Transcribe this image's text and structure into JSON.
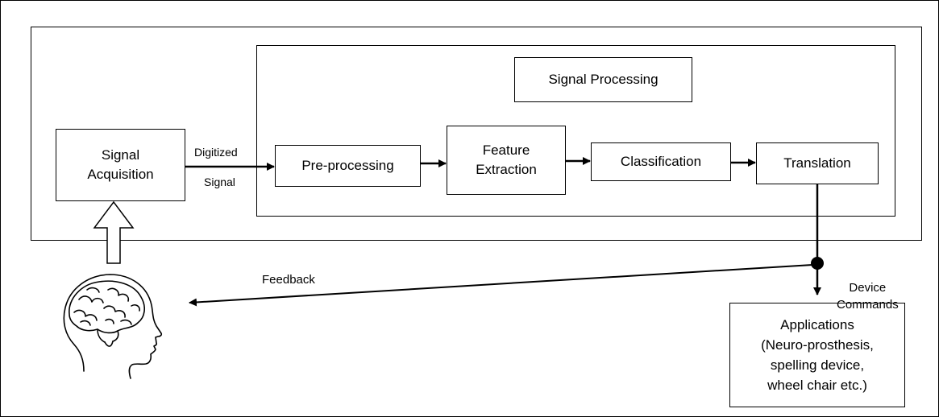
{
  "blocks": {
    "signal_acquisition": "Signal\nAcquisition",
    "signal_processing": "Signal Processing",
    "pre_processing": "Pre-processing",
    "feature_extraction": "Feature\nExtraction",
    "classification": "Classification",
    "translation": "Translation",
    "applications": "Applications\n(Neuro-prosthesis,\nspelling device,\nwheel chair etc.)"
  },
  "edges": {
    "digitized": "Digitized",
    "signal": "Signal",
    "feedback": "Feedback",
    "device_commands": "Device\nCommands"
  },
  "icons": {
    "brain": "brain-head-icon"
  }
}
